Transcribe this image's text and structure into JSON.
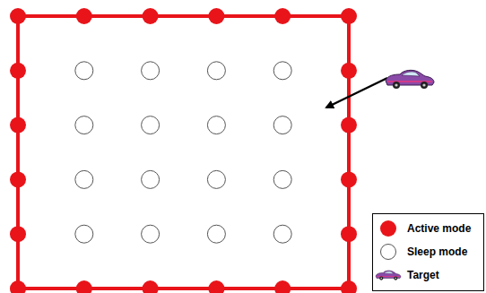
{
  "diagram": {
    "legend": [
      {
        "text": "Active mode",
        "color": "#e8141a"
      },
      {
        "text": "Sleep mode",
        "color": "#ffffff"
      },
      {
        "text": "Target"
      }
    ]
  }
}
